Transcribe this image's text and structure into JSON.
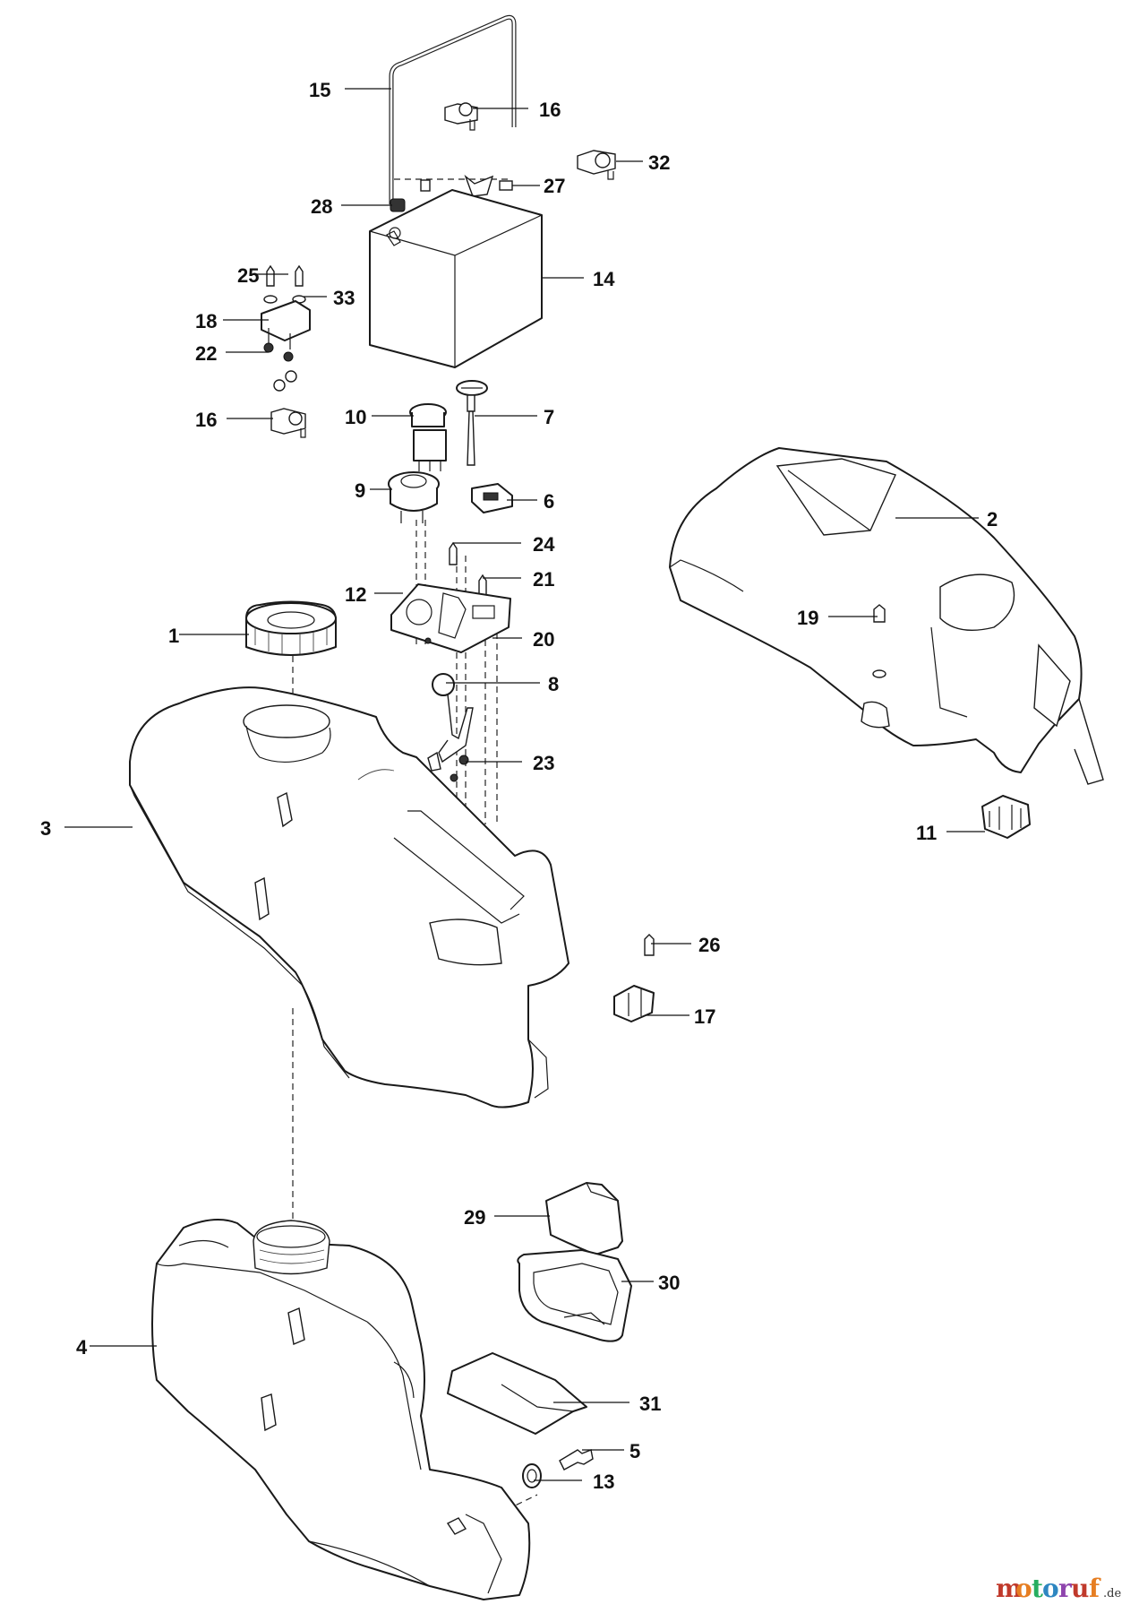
{
  "callouts": {
    "c1": "1",
    "c2": "2",
    "c3": "3",
    "c4": "4",
    "c5": "5",
    "c6": "6",
    "c7": "7",
    "c8": "8",
    "c9": "9",
    "c10": "10",
    "c11": "11",
    "c12": "12",
    "c13": "13",
    "c14": "14",
    "c15": "15",
    "c16a": "16",
    "c16b": "16",
    "c17": "17",
    "c18": "18",
    "c19": "19",
    "c20": "20",
    "c21": "21",
    "c22": "22",
    "c23": "23",
    "c24": "24",
    "c25": "25",
    "c26": "26",
    "c27": "27",
    "c28": "28",
    "c29": "29",
    "c30": "30",
    "c31": "31",
    "c32": "32",
    "c33": "33"
  },
  "watermark": {
    "letters": [
      "m",
      "o",
      "t",
      "o",
      "r",
      "u",
      "f"
    ],
    "colors": [
      "#c0392b",
      "#e67e22",
      "#27ae60",
      "#2e86c1",
      "#8e44ad",
      "#c0392b",
      "#e67e22"
    ],
    "suffix": ".de"
  }
}
